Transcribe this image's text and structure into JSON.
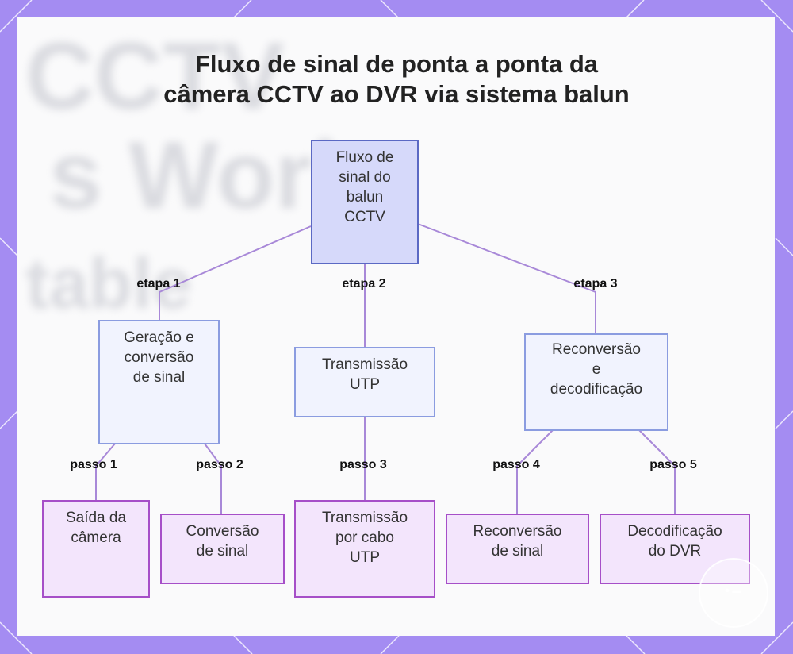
{
  "title": {
    "line1": "Fluxo de sinal de ponta a ponta da",
    "line2": "câmera CCTV ao DVR via sistema balun"
  },
  "background_text": {
    "line1": "CCTV",
    "line2": "s Work",
    "line3": "table"
  },
  "root": {
    "lines": [
      "Fluxo de",
      "sinal do",
      "balun",
      "CCTV"
    ]
  },
  "stages": [
    {
      "label": "etapa 1",
      "lines": [
        "Geração e",
        "conversão",
        "de sinal"
      ]
    },
    {
      "label": "etapa 2",
      "lines": [
        "Transmissão",
        "UTP"
      ]
    },
    {
      "label": "etapa 3",
      "lines": [
        "Reconversão",
        "e",
        "decodificação"
      ]
    }
  ],
  "steps": [
    {
      "label": "passo 1",
      "lines": [
        "Saída da",
        "câmera"
      ]
    },
    {
      "label": "passo 2",
      "lines": [
        "Conversão",
        "de sinal"
      ]
    },
    {
      "label": "passo 3",
      "lines": [
        "Transmissão",
        "por cabo",
        "UTP"
      ]
    },
    {
      "label": "passo 4",
      "lines": [
        "Reconversão",
        "de sinal"
      ]
    },
    {
      "label": "passo 5",
      "lines": [
        "Decodificação",
        "do DVR"
      ]
    }
  ],
  "colors": {
    "frame": "#a48cf2",
    "root_fill": "#d6d9fa",
    "root_border": "#5b69c4",
    "stage_fill": "#f1f3fe",
    "stage_border": "#8b9ce0",
    "step_fill": "#f3e5fc",
    "step_border": "#a64fc8",
    "connector": "#a888d8"
  }
}
